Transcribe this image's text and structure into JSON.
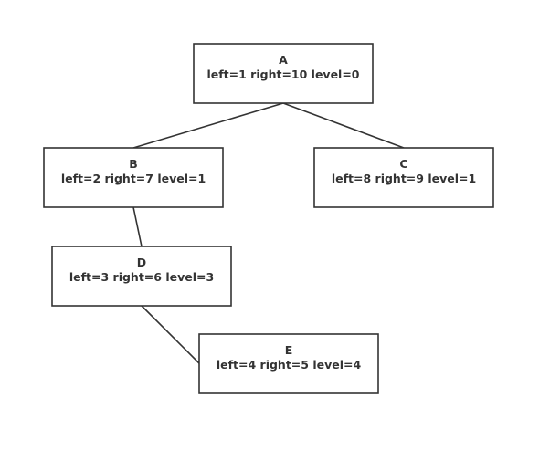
{
  "nodes": {
    "a": {
      "title": "A",
      "info": "left=1 right=10 level=0"
    },
    "b": {
      "title": "B",
      "info": "left=2 right=7 level=1"
    },
    "c": {
      "title": "C",
      "info": "left=8 right=9 level=1"
    },
    "d": {
      "title": "D",
      "info": "left=3 right=6 level=3"
    },
    "e": {
      "title": "E",
      "info": "left=4 right=5 level=4"
    }
  },
  "edges": [
    {
      "from": "A",
      "to": "B"
    },
    {
      "from": "A",
      "to": "C"
    },
    {
      "from": "B",
      "to": "D"
    },
    {
      "from": "D",
      "to": "E"
    }
  ],
  "colors": {
    "stroke": "#333333",
    "text": "#333333",
    "background": "#ffffff"
  }
}
